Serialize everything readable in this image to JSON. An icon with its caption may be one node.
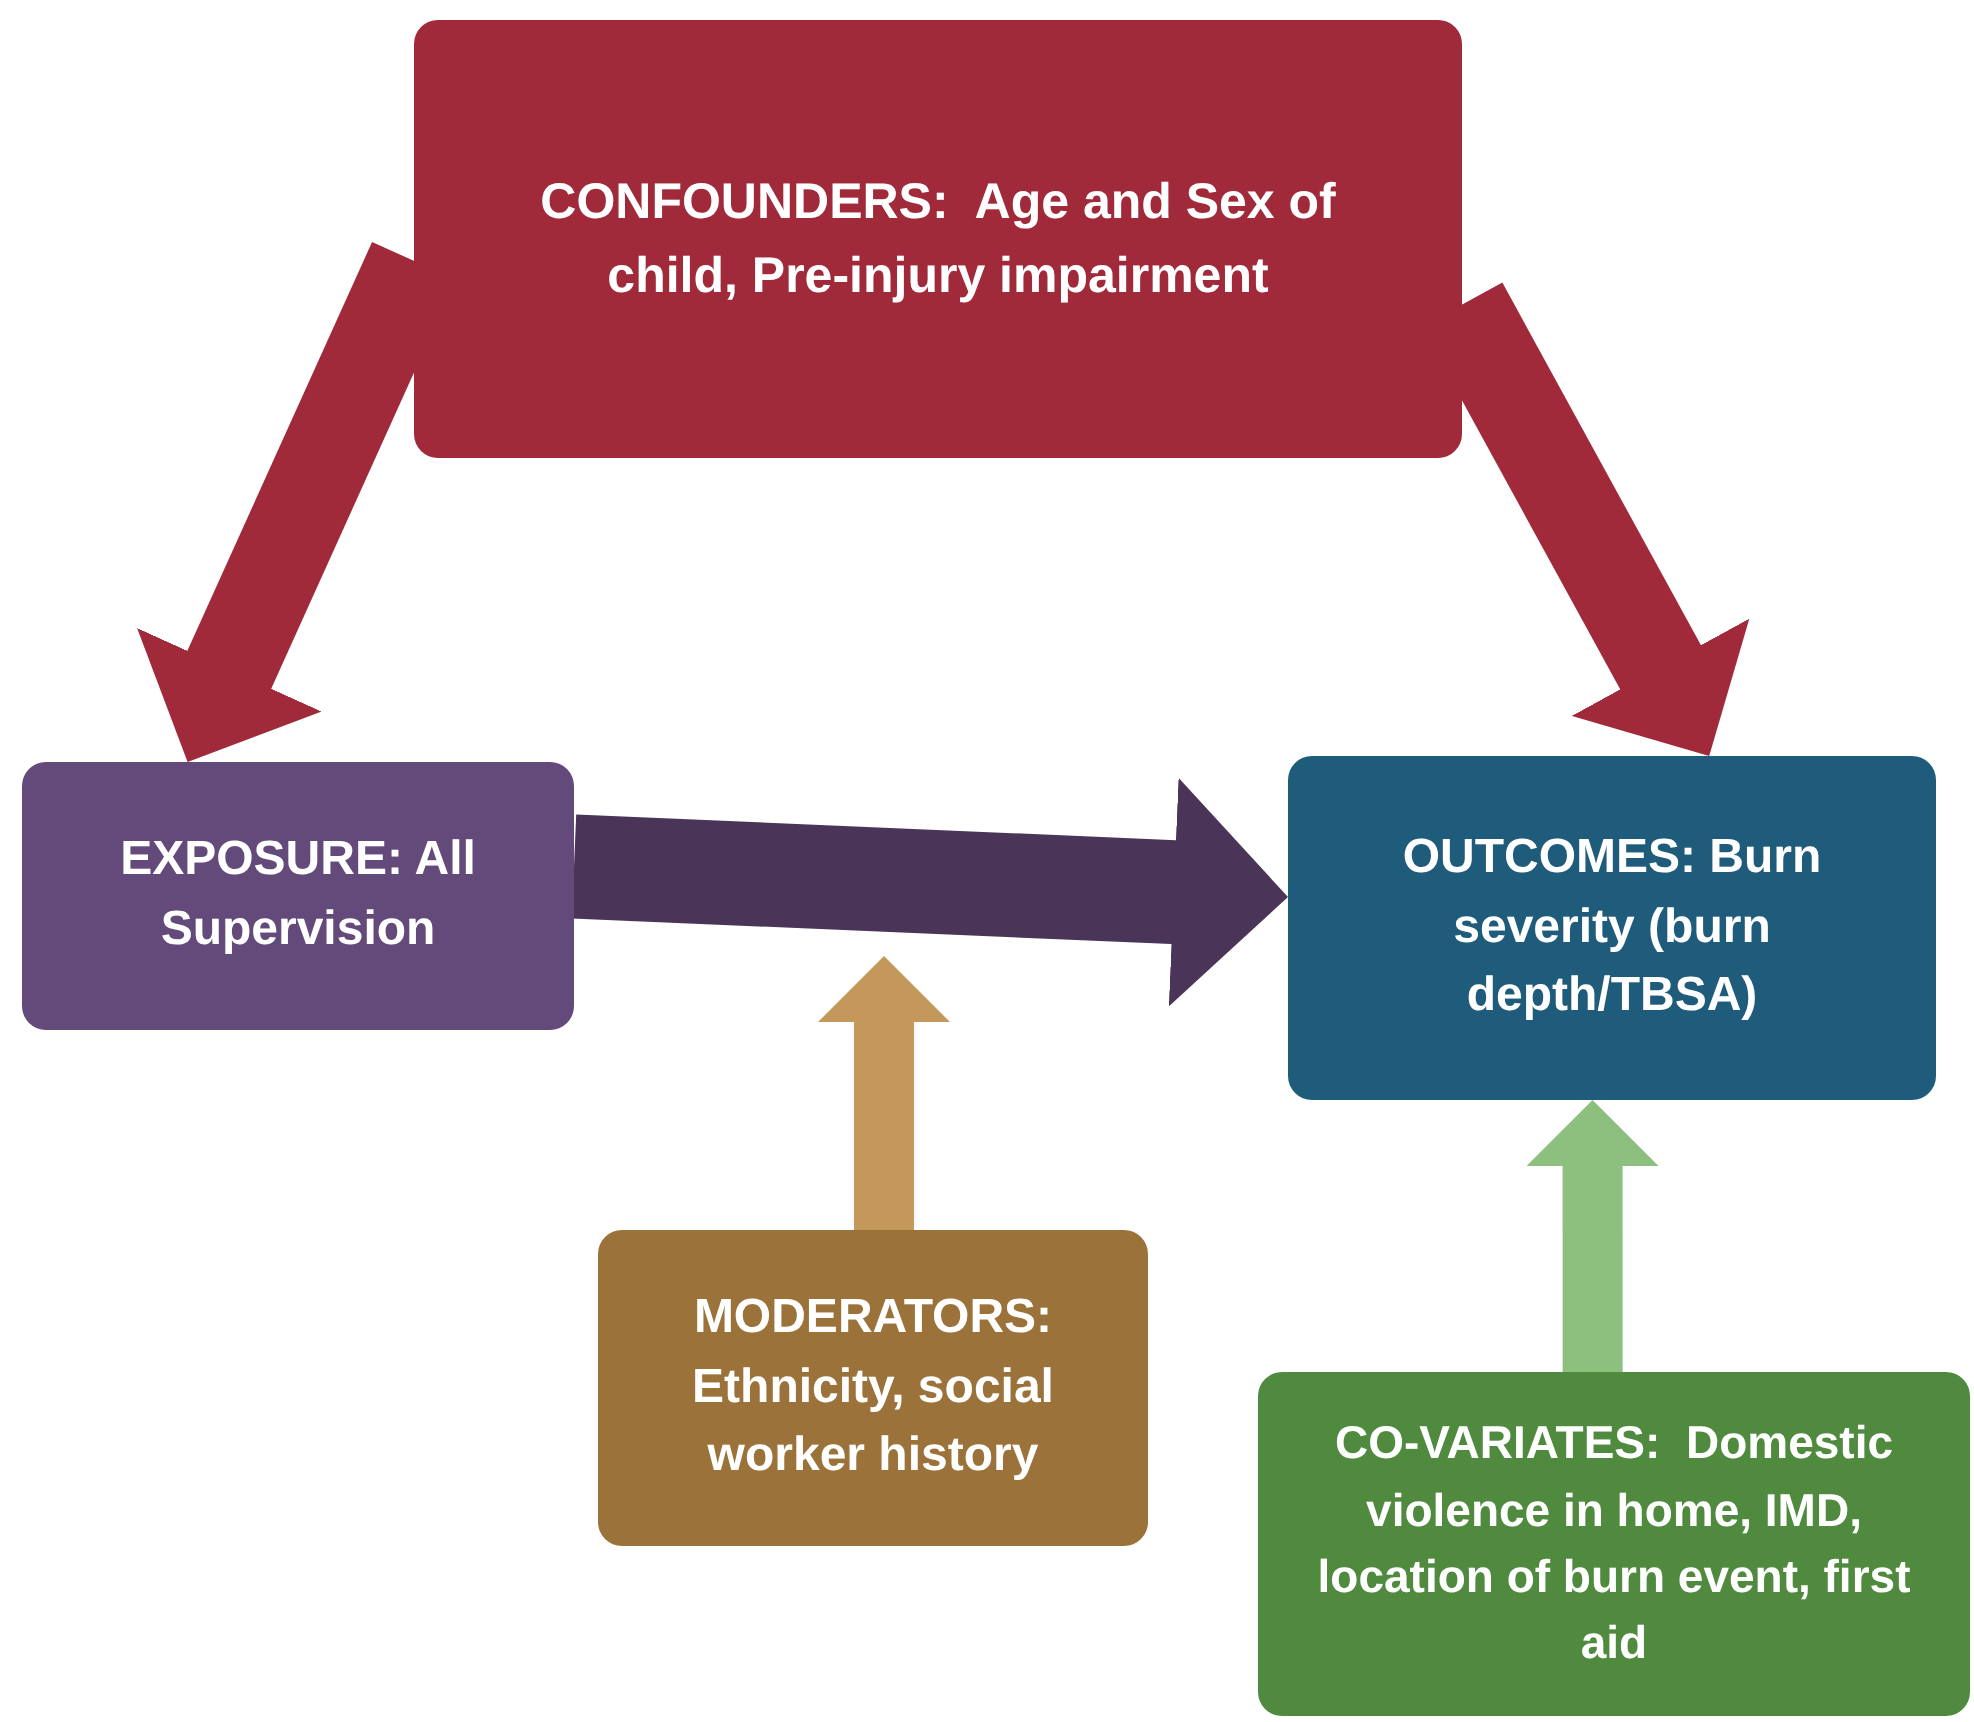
{
  "diagram": {
    "nodes": [
      {
        "text": [
          "CONFOUNDERS:  Age and Sex of child, Pre-injury impairment"
        ]
      },
      {
        "text": [
          "EXPOSURE: All Supervision"
        ]
      },
      {
        "text": [
          "OUTCOMES: Burn severity (burn depth/TBSA)"
        ]
      },
      {
        "text": [
          "MODERATORS: Ethnicity, social worker history"
        ]
      },
      {
        "text": [
          "CO-VARIATES:  Domestic violence in home, IMD, location of burn event, first aid"
        ]
      }
    ],
    "edges": [
      {
        "from": 0,
        "to": 1,
        "arrow": "to",
        "color": "#a12a3a"
      },
      {
        "from": 0,
        "to": 2,
        "arrow": "to",
        "color": "#a12a3a"
      },
      {
        "from": 1,
        "to": 2,
        "arrow": "to",
        "color": "#4a3558"
      },
      {
        "from": 3,
        "to": null,
        "arrow": "to",
        "color": "#c4975a"
      },
      {
        "from": 4,
        "to": 2,
        "arrow": "to",
        "color": "#8dc07e"
      }
    ]
  }
}
